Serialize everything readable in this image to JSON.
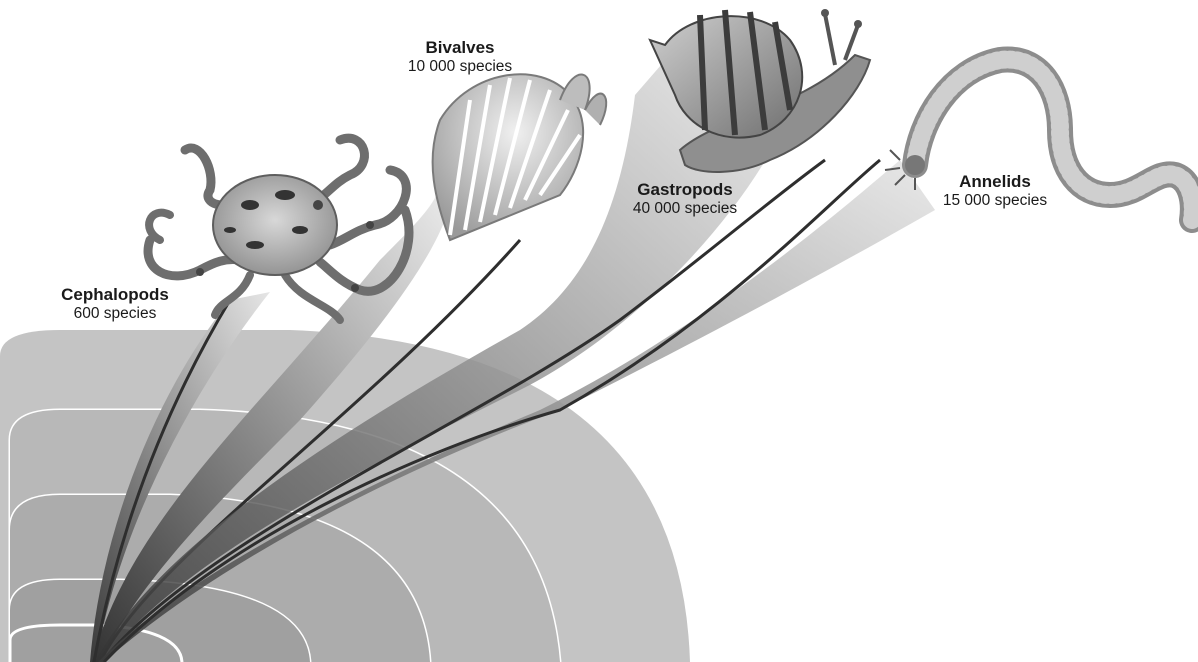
{
  "groups": [
    {
      "id": "cephalopods",
      "name": "Cephalopods",
      "count": "600 species",
      "illustration": "octopus"
    },
    {
      "id": "bivalves",
      "name": "Bivalves",
      "count": "10 000 species",
      "illustration": "scallop-shell"
    },
    {
      "id": "gastropods",
      "name": "Gastropods",
      "count": "40 000 species",
      "illustration": "snail"
    },
    {
      "id": "annelids",
      "name": "Annelids",
      "count": "15 000 species",
      "illustration": "segmented-worm"
    }
  ],
  "colors": {
    "bands": [
      "#c6c6c6",
      "#b7b7b7",
      "#a9a9a9",
      "#9c9c9c"
    ],
    "branch_dark": "#3a3a3a",
    "branch_light": "#e6e6e6"
  }
}
